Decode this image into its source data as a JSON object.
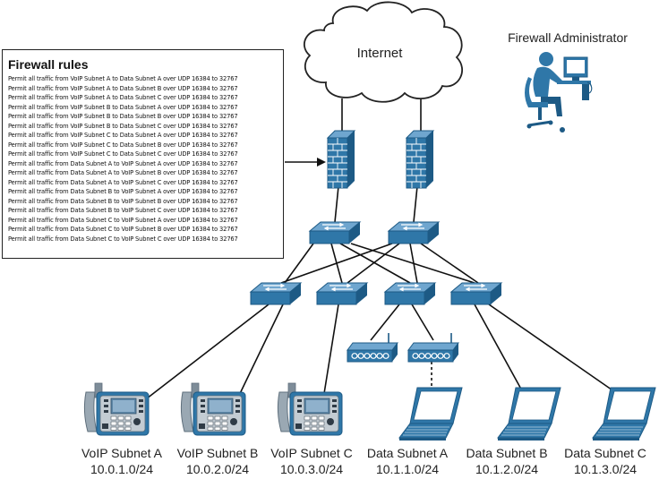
{
  "cloud": {
    "label": "Internet"
  },
  "administrator": {
    "label": "Firewall Administrator"
  },
  "firewall_rules": {
    "title": "Firewall rules",
    "rules": [
      "Permit all traffic from VoIP Subnet A to Data Subnet A over UDP 16384 to 32767",
      "Permit all traffic from VoIP Subnet A to Data Subnet B over UDP 16384 to 32767",
      "Permit all traffic from VoIP Subnet A to Data Subnet C over UDP 16384 to 32767",
      "Permit all traffic from VoIP Subnet B to Data Subnet A over UDP 16384 to 32767",
      "Permit all traffic from VoIP Subnet B to Data Subnet B over UDP 16384 to 32767",
      "Permit all traffic from VoIP Subnet B to Data Subnet C over UDP 16384 to 32767",
      "Permit all traffic from VoIP Subnet C to Data Subnet A over UDP 16384 to 32767",
      "Permit all traffic from VoIP Subnet C to Data Subnet B over UDP 16384 to 32767",
      "Permit all traffic from VoIP Subnet C to Data Subnet C over UDP 16384 to 32767",
      "Permit all traffic from Data Subnet A to VoIP Subnet A  over UDP 16384 to 32767",
      "Permit all traffic from Data Subnet A to VoIP Subnet B  over UDP 16384 to 32767",
      "Permit all traffic from Data Subnet A to VoIP Subnet C  over UDP 16384 to 32767",
      "Permit all traffic from Data Subnet B to VoIP Subnet A  over UDP 16384 to 32767",
      "Permit all traffic from Data Subnet B to VoIP Subnet B  over UDP 16384 to 32767",
      "Permit all traffic from Data Subnet B to VoIP Subnet C  over UDP 16384 to 32767",
      "Permit all traffic from Data Subnet C to VoIP Subnet A  over UDP 16384 to 32767",
      "Permit all traffic from Data Subnet C to VoIP Subnet B  over UDP 16384 to 32767",
      "Permit all traffic from Data Subnet C to VoIP Subnet C  over UDP 16384 to 32767"
    ]
  },
  "subnets": [
    {
      "name": "VoIP Subnet A",
      "network": "10.0.1.0/24"
    },
    {
      "name": "VoIP Subnet B",
      "network": "10.0.2.0/24"
    },
    {
      "name": "VoIP Subnet C",
      "network": "10.0.3.0/24"
    },
    {
      "name": "Data Subnet A",
      "network": "10.1.1.0/24"
    },
    {
      "name": "Data Subnet B",
      "network": "10.1.2.0/24"
    },
    {
      "name": "Data Subnet C",
      "network": "10.1.3.0/24"
    }
  ],
  "colors": {
    "device_blue": "#2f77a8",
    "device_dark": "#1d5a85",
    "device_light": "#6fa6cf",
    "phone_gray": "#9aa8b3",
    "link": "#111111"
  }
}
